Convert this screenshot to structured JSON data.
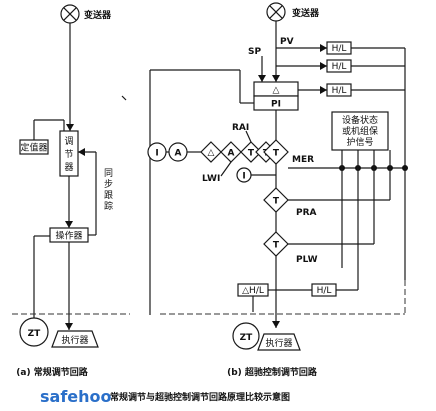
{
  "left": {
    "transmitter": "变送器",
    "setter": "定值器",
    "regulator_chars": [
      "调",
      "节",
      "器"
    ],
    "tracking_chars": [
      "同",
      "步",
      "跟",
      "踪"
    ],
    "operator": "操作器",
    "zt": "ZT",
    "actuator": "执行器",
    "caption": "(a) 常规调节回路"
  },
  "right": {
    "transmitter": "变送器",
    "sp": "SP",
    "pv": "PV",
    "hl1": "H/L",
    "hl2": "H/L",
    "hl3": "H/L",
    "hl_bottom": "H/L",
    "delta": "△",
    "pi": "PI",
    "rai": "RAI",
    "i_label": "I",
    "a_label": "A",
    "delta_box_label": "△",
    "a_box_label": "A",
    "t_label": "T",
    "lwi": "LWI",
    "mer": "MER",
    "i_small": "I",
    "pra": "PRA",
    "plw": "PLW",
    "delta_hl": "△H/L",
    "zt": "ZT",
    "actuator": "执行器",
    "status_lines": [
      "设备状态",
      "或机组保",
      "护信号"
    ],
    "caption": "(b) 超驰控制调节回路"
  },
  "footer": {
    "watermark": "safehoo",
    "title": "常规调节与超驰控制调节回路原理比较示意图"
  }
}
